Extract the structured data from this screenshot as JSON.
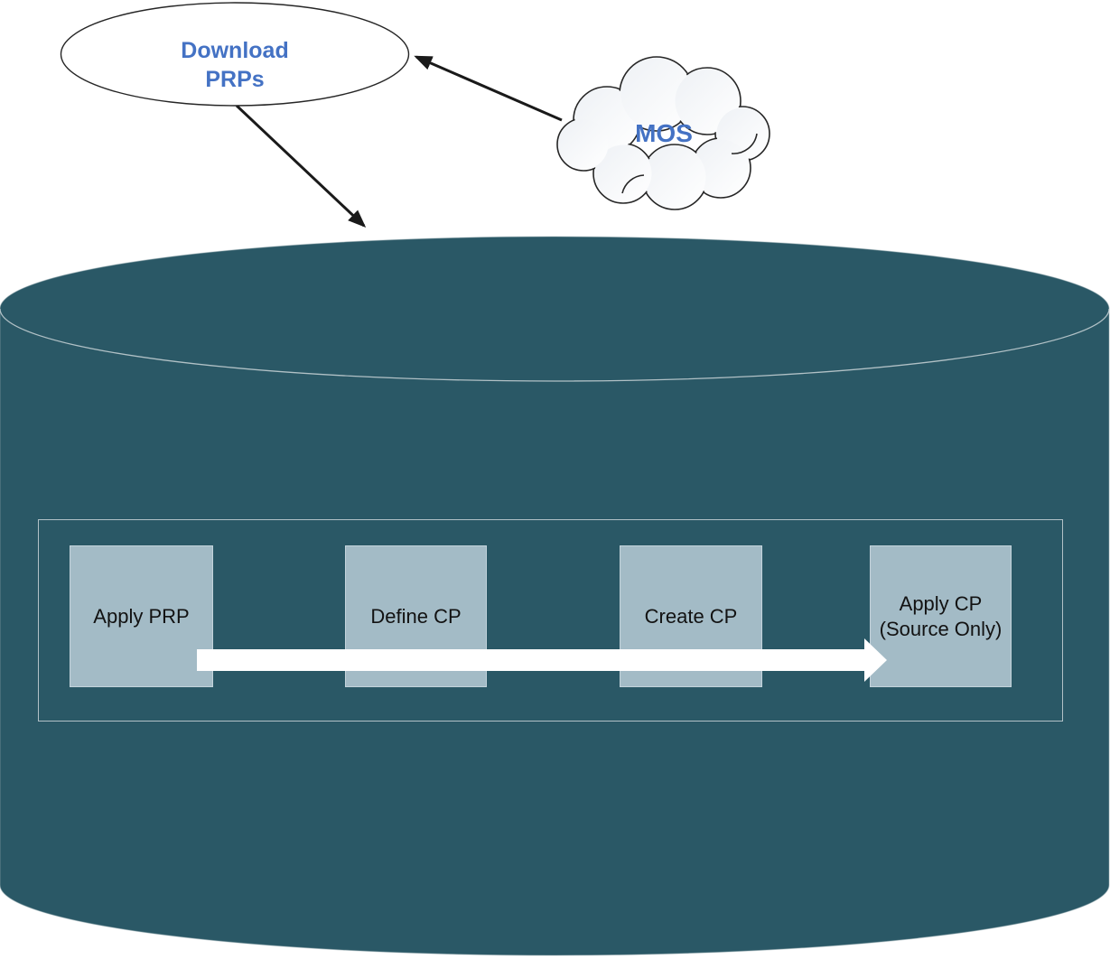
{
  "diagram": {
    "title": "PRP / CP process flow diagram",
    "colors": {
      "background": "#FFFFFF",
      "cylinder_fill": "#2A5866",
      "cylinder_inner_line": "#C9D4D7",
      "panel_border": "#C1CDD1",
      "step_box_fill": "#A3BBC6",
      "step_text": "#121212",
      "node_text_accent": "#4472C4",
      "shape_outline": "#262626",
      "flow_arrow": "#FFFFFF"
    },
    "nodes": {
      "download_prps": {
        "label": "Download\nPRPs",
        "shape": "ellipse"
      },
      "mos": {
        "label": "MOS",
        "shape": "cloud"
      },
      "database": {
        "shape": "cylinder"
      }
    },
    "connections": [
      {
        "from": "mos",
        "to": "download_prps",
        "style": "black-arrow"
      },
      {
        "from": "download_prps",
        "to": "database",
        "style": "black-arrow"
      }
    ],
    "process": {
      "flow_direction": "left-to-right",
      "steps": [
        {
          "label": "Apply PRP"
        },
        {
          "label": "Define CP"
        },
        {
          "label": "Create CP"
        },
        {
          "label": "Apply CP\n(Source Only)"
        }
      ]
    }
  }
}
